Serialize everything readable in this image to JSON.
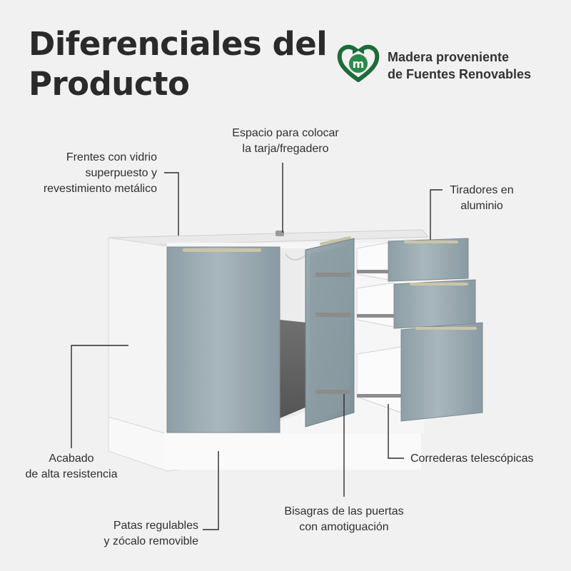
{
  "title": {
    "line1": "Diferenciales del",
    "line2": "Producto"
  },
  "badge": {
    "icon": "recycle-heart-m-icon",
    "letter": "m",
    "line1": "Madera proveniente",
    "line2": "de Fuentes Renovables",
    "color": "#1f6b3a"
  },
  "labels": {
    "fronts": {
      "line1": "Frentes con vidrio",
      "line2": "superpuesto y",
      "line3": "revestimiento metálico"
    },
    "sink": {
      "line1": "Espacio para colocar",
      "line2": "la tarja/fregadero"
    },
    "handles": {
      "line1": "Tiradores en",
      "line2": "aluminio"
    },
    "finish": {
      "line1": "Acabado",
      "line2": "de alta resistencia"
    },
    "slides": {
      "line1": "Correderas telescópicas"
    },
    "hinges": {
      "line1": "Bisagras de las puertas",
      "line2": "con amotiguación"
    },
    "legs": {
      "line1": "Patas regulables",
      "line2": "y zócalo removible"
    }
  },
  "colors": {
    "background": "#f1f1f1",
    "cabinet_body": "#f7f7f7",
    "glass_front": "#93a3aa",
    "handle": "#c9c1a4",
    "callout_line": "#2b2b2b"
  }
}
